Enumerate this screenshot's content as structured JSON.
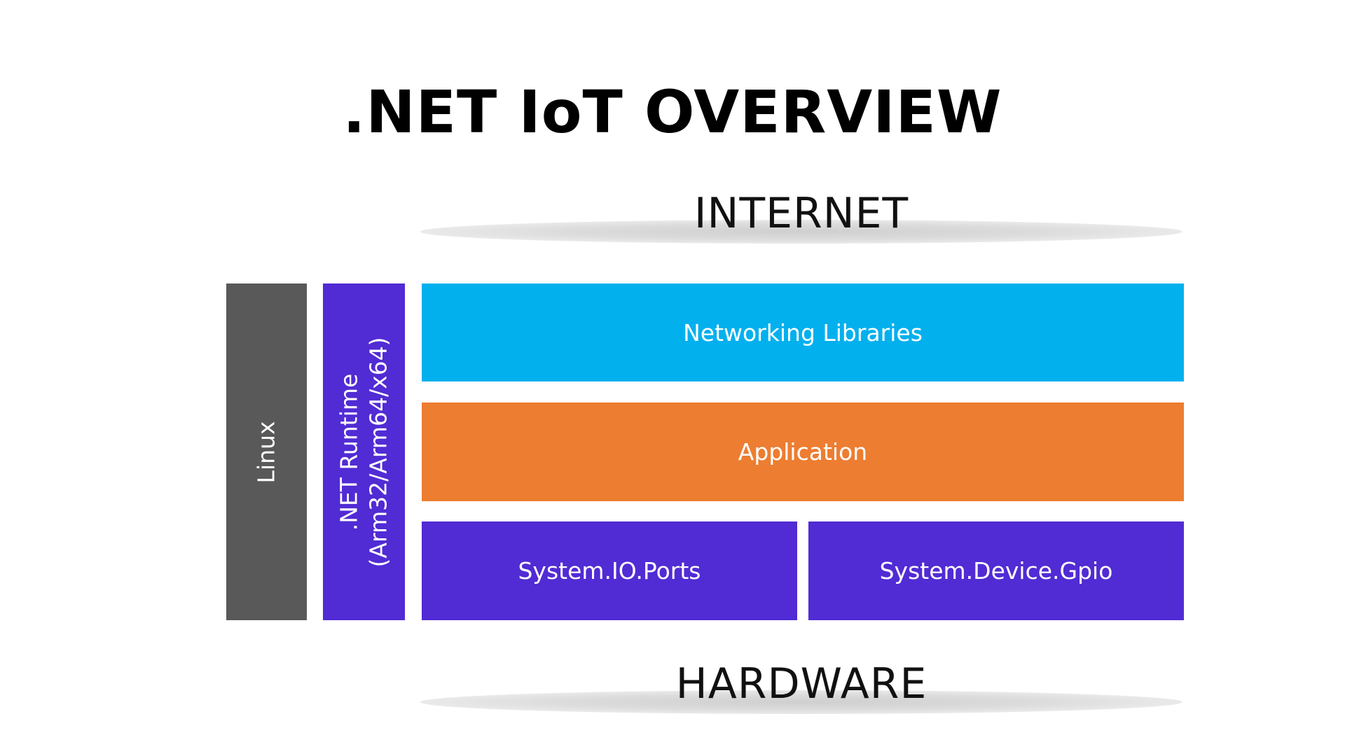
{
  "title": ".NET IoT OVERVIEW",
  "boundaries": {
    "top": "INTERNET",
    "bottom": "HARDWARE"
  },
  "layers": {
    "linux": {
      "label": "Linux",
      "color": "#595959"
    },
    "runtime": {
      "line1": ".NET Runtime",
      "line2": "(Arm32/Arm64/x64)",
      "color": "#512bd4"
    },
    "networking": {
      "label": "Networking Libraries",
      "color": "#03b0ee"
    },
    "application": {
      "label": "Application",
      "color": "#ed7d31"
    },
    "io_ports": {
      "label": "System.IO.Ports",
      "color": "#512bd4"
    },
    "gpio": {
      "label": "System.Device.Gpio",
      "color": "#512bd4"
    }
  }
}
